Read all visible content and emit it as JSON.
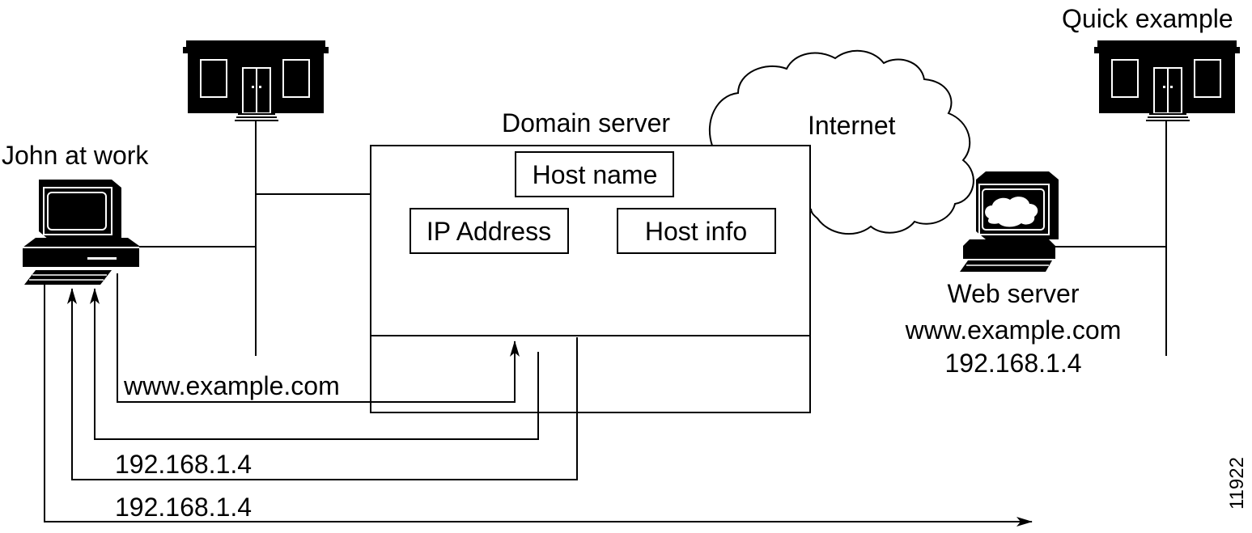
{
  "labels": {
    "john": "John at work",
    "domain_server": "Domain server",
    "internet": "Internet",
    "quick_example": "Quick example",
    "host_name": "Host name",
    "ip_address": "IP Address",
    "host_info": "Host info",
    "web_server": "Web server",
    "web_server_host": "www.example.com",
    "web_server_ip": "192.168.1.4",
    "query_host": "www.example.com",
    "reply_ip_1": "192.168.1.4",
    "reply_ip_2": "192.168.1.4",
    "figure_number": "11922"
  },
  "colors": {
    "ink": "#000000",
    "paper": "#ffffff"
  },
  "icons": [
    "building-icon",
    "computer-icon",
    "cloud-icon",
    "web-server-computer-icon"
  ]
}
